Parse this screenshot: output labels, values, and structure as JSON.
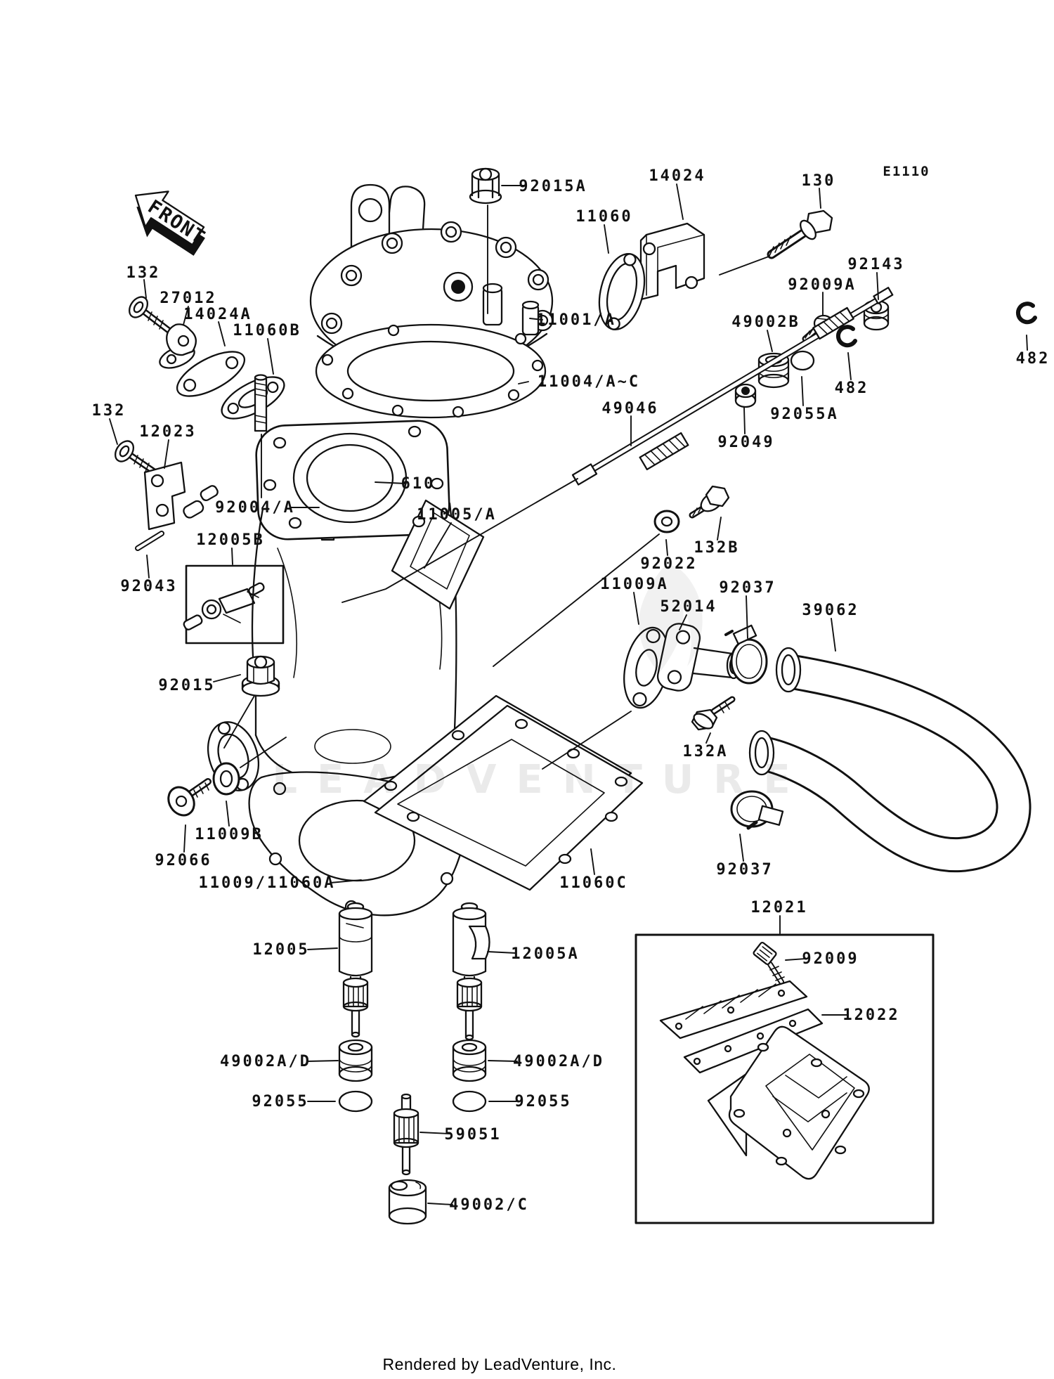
{
  "page": {
    "diagram_code": "E1110",
    "front_arrow": "FRONT",
    "watermark": "LEADVENTURE",
    "footer": "Rendered by LeadVenture, Inc."
  },
  "labels": [
    "92015A",
    "14024",
    "130",
    "11060",
    "92143",
    "92009A",
    "132",
    "27012",
    "14024A",
    "11060B",
    "11001/A",
    "49002B",
    "482",
    "11004/A~C",
    "482",
    "92055A",
    "49046",
    "92049",
    "132",
    "12023",
    "610",
    "92004/A",
    "11005/A",
    "132B",
    "92022",
    "12005B",
    "11009A",
    "52014",
    "92037",
    "39062",
    "92043",
    "92015",
    "132A",
    "11009B",
    "92066",
    "11009/11060A",
    "11060C",
    "92037",
    "12021",
    "12005",
    "12005A",
    "92009",
    "12022",
    "49002A/D",
    "49002A/D",
    "92055",
    "92055",
    "59051",
    "49002/C"
  ]
}
